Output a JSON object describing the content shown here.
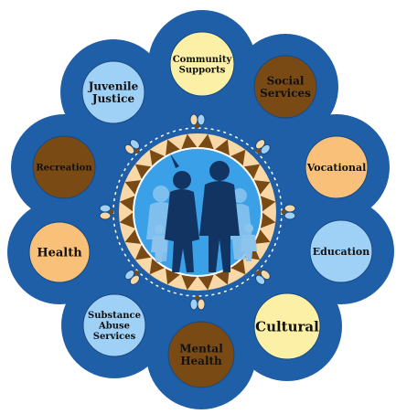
{
  "diagram": {
    "colors": {
      "background": "#ffffff",
      "flower": "#1f5fa8",
      "flower_edge": "#17487f",
      "pale_yellow": "#fbf0a6",
      "brown": "#7a4a14",
      "peach": "#f9c07a",
      "light_blue": "#9fd0f5",
      "center_sky": "#3aa0e8",
      "silhouette_dark": "#123463",
      "silhouette_light": "#8cc4ee",
      "triangle_dark": "#7a4a14",
      "triangle_light": "#f7d8a6",
      "bead_ring": "#ffffff"
    },
    "nodes": [
      {
        "id": "community-supports",
        "lines": [
          "Community",
          "Supports"
        ],
        "fill": "pale_yellow"
      },
      {
        "id": "social-services",
        "lines": [
          "Social",
          "Services"
        ],
        "fill": "brown"
      },
      {
        "id": "vocational",
        "lines": [
          "Vocational"
        ],
        "fill": "peach"
      },
      {
        "id": "education",
        "lines": [
          "Education"
        ],
        "fill": "light_blue"
      },
      {
        "id": "cultural",
        "lines": [
          "Cultural"
        ],
        "fill": "pale_yellow"
      },
      {
        "id": "mental-health",
        "lines": [
          "Mental",
          "Health"
        ],
        "fill": "brown"
      },
      {
        "id": "substance-abuse-services",
        "lines": [
          "Substance",
          "Abuse",
          "Services"
        ],
        "fill": "light_blue"
      },
      {
        "id": "health",
        "lines": [
          "Health"
        ],
        "fill": "peach"
      },
      {
        "id": "recreation",
        "lines": [
          "Recreation"
        ],
        "fill": "brown"
      },
      {
        "id": "juvenile-justice",
        "lines": [
          "Juvenile",
          "Justice"
        ],
        "fill": "light_blue"
      }
    ],
    "center_icon": "family-silhouette-icon"
  }
}
